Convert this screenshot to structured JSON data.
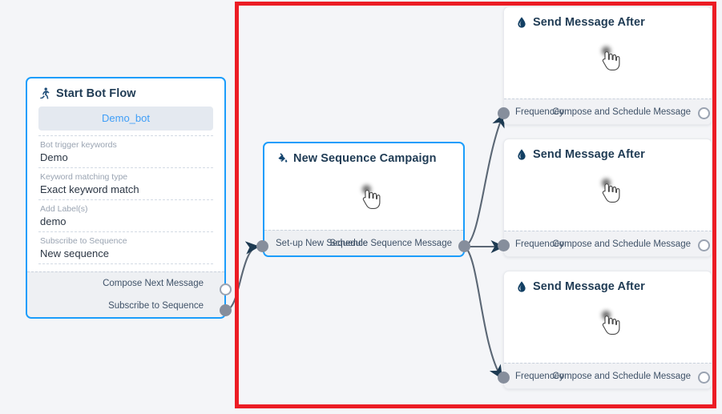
{
  "canvas": {
    "background_color": "#f4f5f8",
    "highlight_rect_color": "#ec1c24",
    "connector_color": "#3f4e5f",
    "accent_color": "#1b9dfb"
  },
  "start_node": {
    "icon": "running-person-icon",
    "title": "Start Bot Flow",
    "chip_label": "Demo_bot",
    "fields": [
      {
        "label": "Bot trigger keywords",
        "value": "Demo"
      },
      {
        "label": "Keyword matching type",
        "value": "Exact keyword match"
      },
      {
        "label": "Add Label(s)",
        "value": "demo"
      },
      {
        "label": "Subscribe to Sequence",
        "value": "New sequence"
      }
    ],
    "outputs": [
      {
        "label": "Compose Next Message",
        "state": "hollow"
      },
      {
        "label": "Subscribe to Sequence",
        "state": "filled"
      }
    ]
  },
  "sequence_node": {
    "icon": "paint-bucket-icon",
    "title": "New Sequence Campaign",
    "cursor_icon": "pointing-hand-cursor",
    "input_port_label": "Set-up New Sequence",
    "output_port_label": "Schedule Sequence Message"
  },
  "message_nodes": [
    {
      "icon": "water-drop-icon",
      "title": "Send Message After",
      "cursor_icon": "pointing-hand-cursor",
      "input_port_label": "Frequencey",
      "output_port_label": "Compose and Schedule Message",
      "output_state": "hollow"
    },
    {
      "icon": "water-drop-icon",
      "title": "Send Message After",
      "cursor_icon": "pointing-hand-cursor",
      "input_port_label": "Frequencey",
      "output_port_label": "Compose and Schedule Message",
      "output_state": "hollow"
    },
    {
      "icon": "water-drop-icon",
      "title": "Send Message After",
      "cursor_icon": "pointing-hand-cursor",
      "input_port_label": "Frequencey",
      "output_port_label": "Compose and Schedule Message",
      "output_state": "hollow"
    }
  ]
}
